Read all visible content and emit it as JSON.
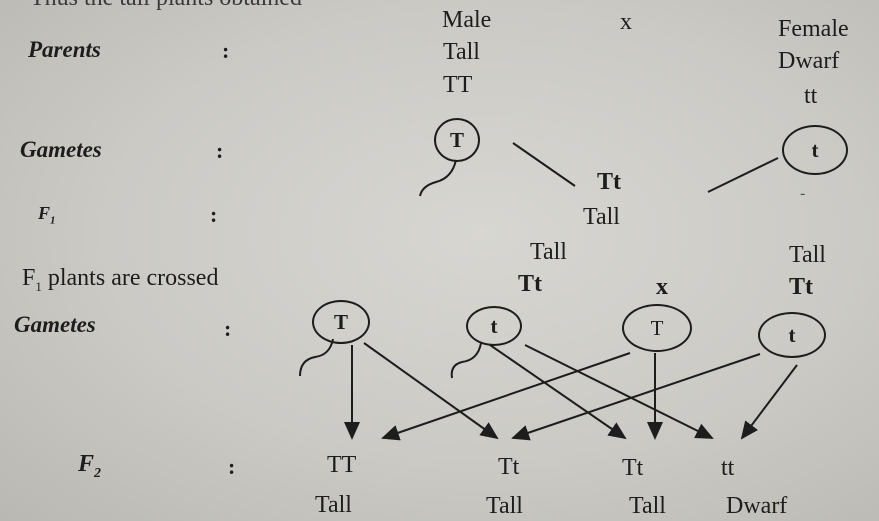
{
  "top": {
    "text": "Thus the tall plants obtained"
  },
  "parents": {
    "label": "Parents",
    "colon": ":",
    "male": "Male",
    "cross": "x",
    "female": "Female",
    "male_pheno": "Tall",
    "female_pheno": "Dwarf",
    "male_geno": "TT",
    "female_geno": "tt"
  },
  "gametes1": {
    "label": "Gametes",
    "colon": ":",
    "male": "T",
    "female": "t"
  },
  "f1": {
    "label": "F",
    "sub": "1",
    "colon": ":",
    "genotype": "Tt",
    "phenotype": "Tall",
    "dash": "-"
  },
  "f1cross": {
    "text": "F",
    "sub": "1",
    "rest": " plants are crossed",
    "left_pheno": "Tall",
    "right_pheno": "Tall",
    "left_geno": "Tt",
    "cross": "x",
    "right_geno": "Tt"
  },
  "gametes2": {
    "label": "Gametes",
    "colon": ":",
    "g1": "T",
    "g2": "t",
    "g3": "T",
    "g4": "t"
  },
  "f2": {
    "label": "F",
    "sub": "2",
    "colon": ":",
    "genotypes": [
      "TT",
      "Tt",
      "Tt",
      "tt"
    ],
    "phenotypes": [
      "Tall",
      "Tall",
      "Tall",
      "Dwarf"
    ]
  },
  "colors": {
    "ink": "#1d1d1d",
    "paper": "#cfcec9"
  }
}
